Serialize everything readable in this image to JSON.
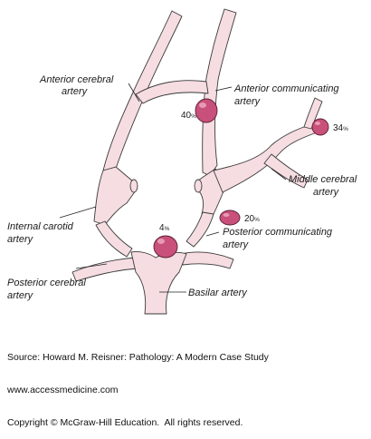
{
  "labels": {
    "anterior_cerebral_1": "Anterior cerebral",
    "anterior_cerebral_2": "artery",
    "anterior_communicating_1": "Anterior communicating",
    "anterior_communicating_2": "artery",
    "middle_cerebral_1": "Middle cerebral",
    "middle_cerebral_2": "artery",
    "internal_carotid_1": "Internal carotid",
    "internal_carotid_2": "artery",
    "posterior_communicating_1": "Posterior communicating",
    "posterior_communicating_2": "artery",
    "posterior_cerebral_1": "Posterior cerebral",
    "posterior_cerebral_2": "artery",
    "basilar": "Basilar artery"
  },
  "aneurysm_frequencies": {
    "anterior_communicating": "40",
    "middle_cerebral": "34",
    "posterior_communicating": "20",
    "basilar_tip": "4",
    "percent_sign": "%"
  },
  "source": {
    "line1": "Source: Howard M. Reisner: Pathology: A Modern Case Study",
    "line2": "www.accessmedicine.com",
    "line3": "Copyright © McGraw-Hill Education.  All rights reserved."
  },
  "colors": {
    "vessel_fill": "#f6dde2",
    "aneurysm_fill": "#c9507a"
  }
}
